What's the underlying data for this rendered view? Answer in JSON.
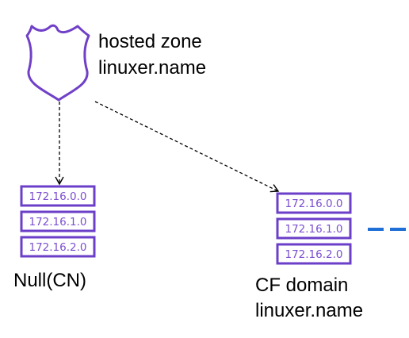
{
  "hosted_zone": {
    "icon": "route-shield-icon",
    "line1": "hosted zone",
    "line2": "linuxer.name"
  },
  "left_group": {
    "name": "Null(CN)",
    "records": [
      "172.16.0.0",
      "172.16.1.0",
      "172.16.2.0"
    ]
  },
  "right_group": {
    "line1": "CF domain",
    "line2": "linuxer.name",
    "records": [
      "172.16.0.0",
      "172.16.1.0",
      "172.16.2.0"
    ]
  },
  "colors": {
    "record_border": "#6b3fc8",
    "record_text": "#7b4fd0",
    "shield_stroke": "#7040c8",
    "arrow": "#000000",
    "blue_dash": "#1f6fd6"
  }
}
